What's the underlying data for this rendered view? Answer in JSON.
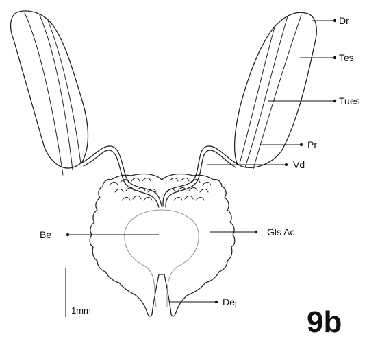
{
  "labels": {
    "dr": "Dr",
    "tes": "Tes",
    "tues": "Tues",
    "pr": "Pr",
    "vd": "Vd",
    "be": "Be",
    "gls_ac": "Gls Ac",
    "dej": "Dej"
  },
  "scale_bar": {
    "label": "1mm"
  },
  "panel_label": "9b",
  "colors": {
    "ink": "#222222",
    "gray_outline": "#9a9a9a",
    "background": "#ffffff"
  }
}
